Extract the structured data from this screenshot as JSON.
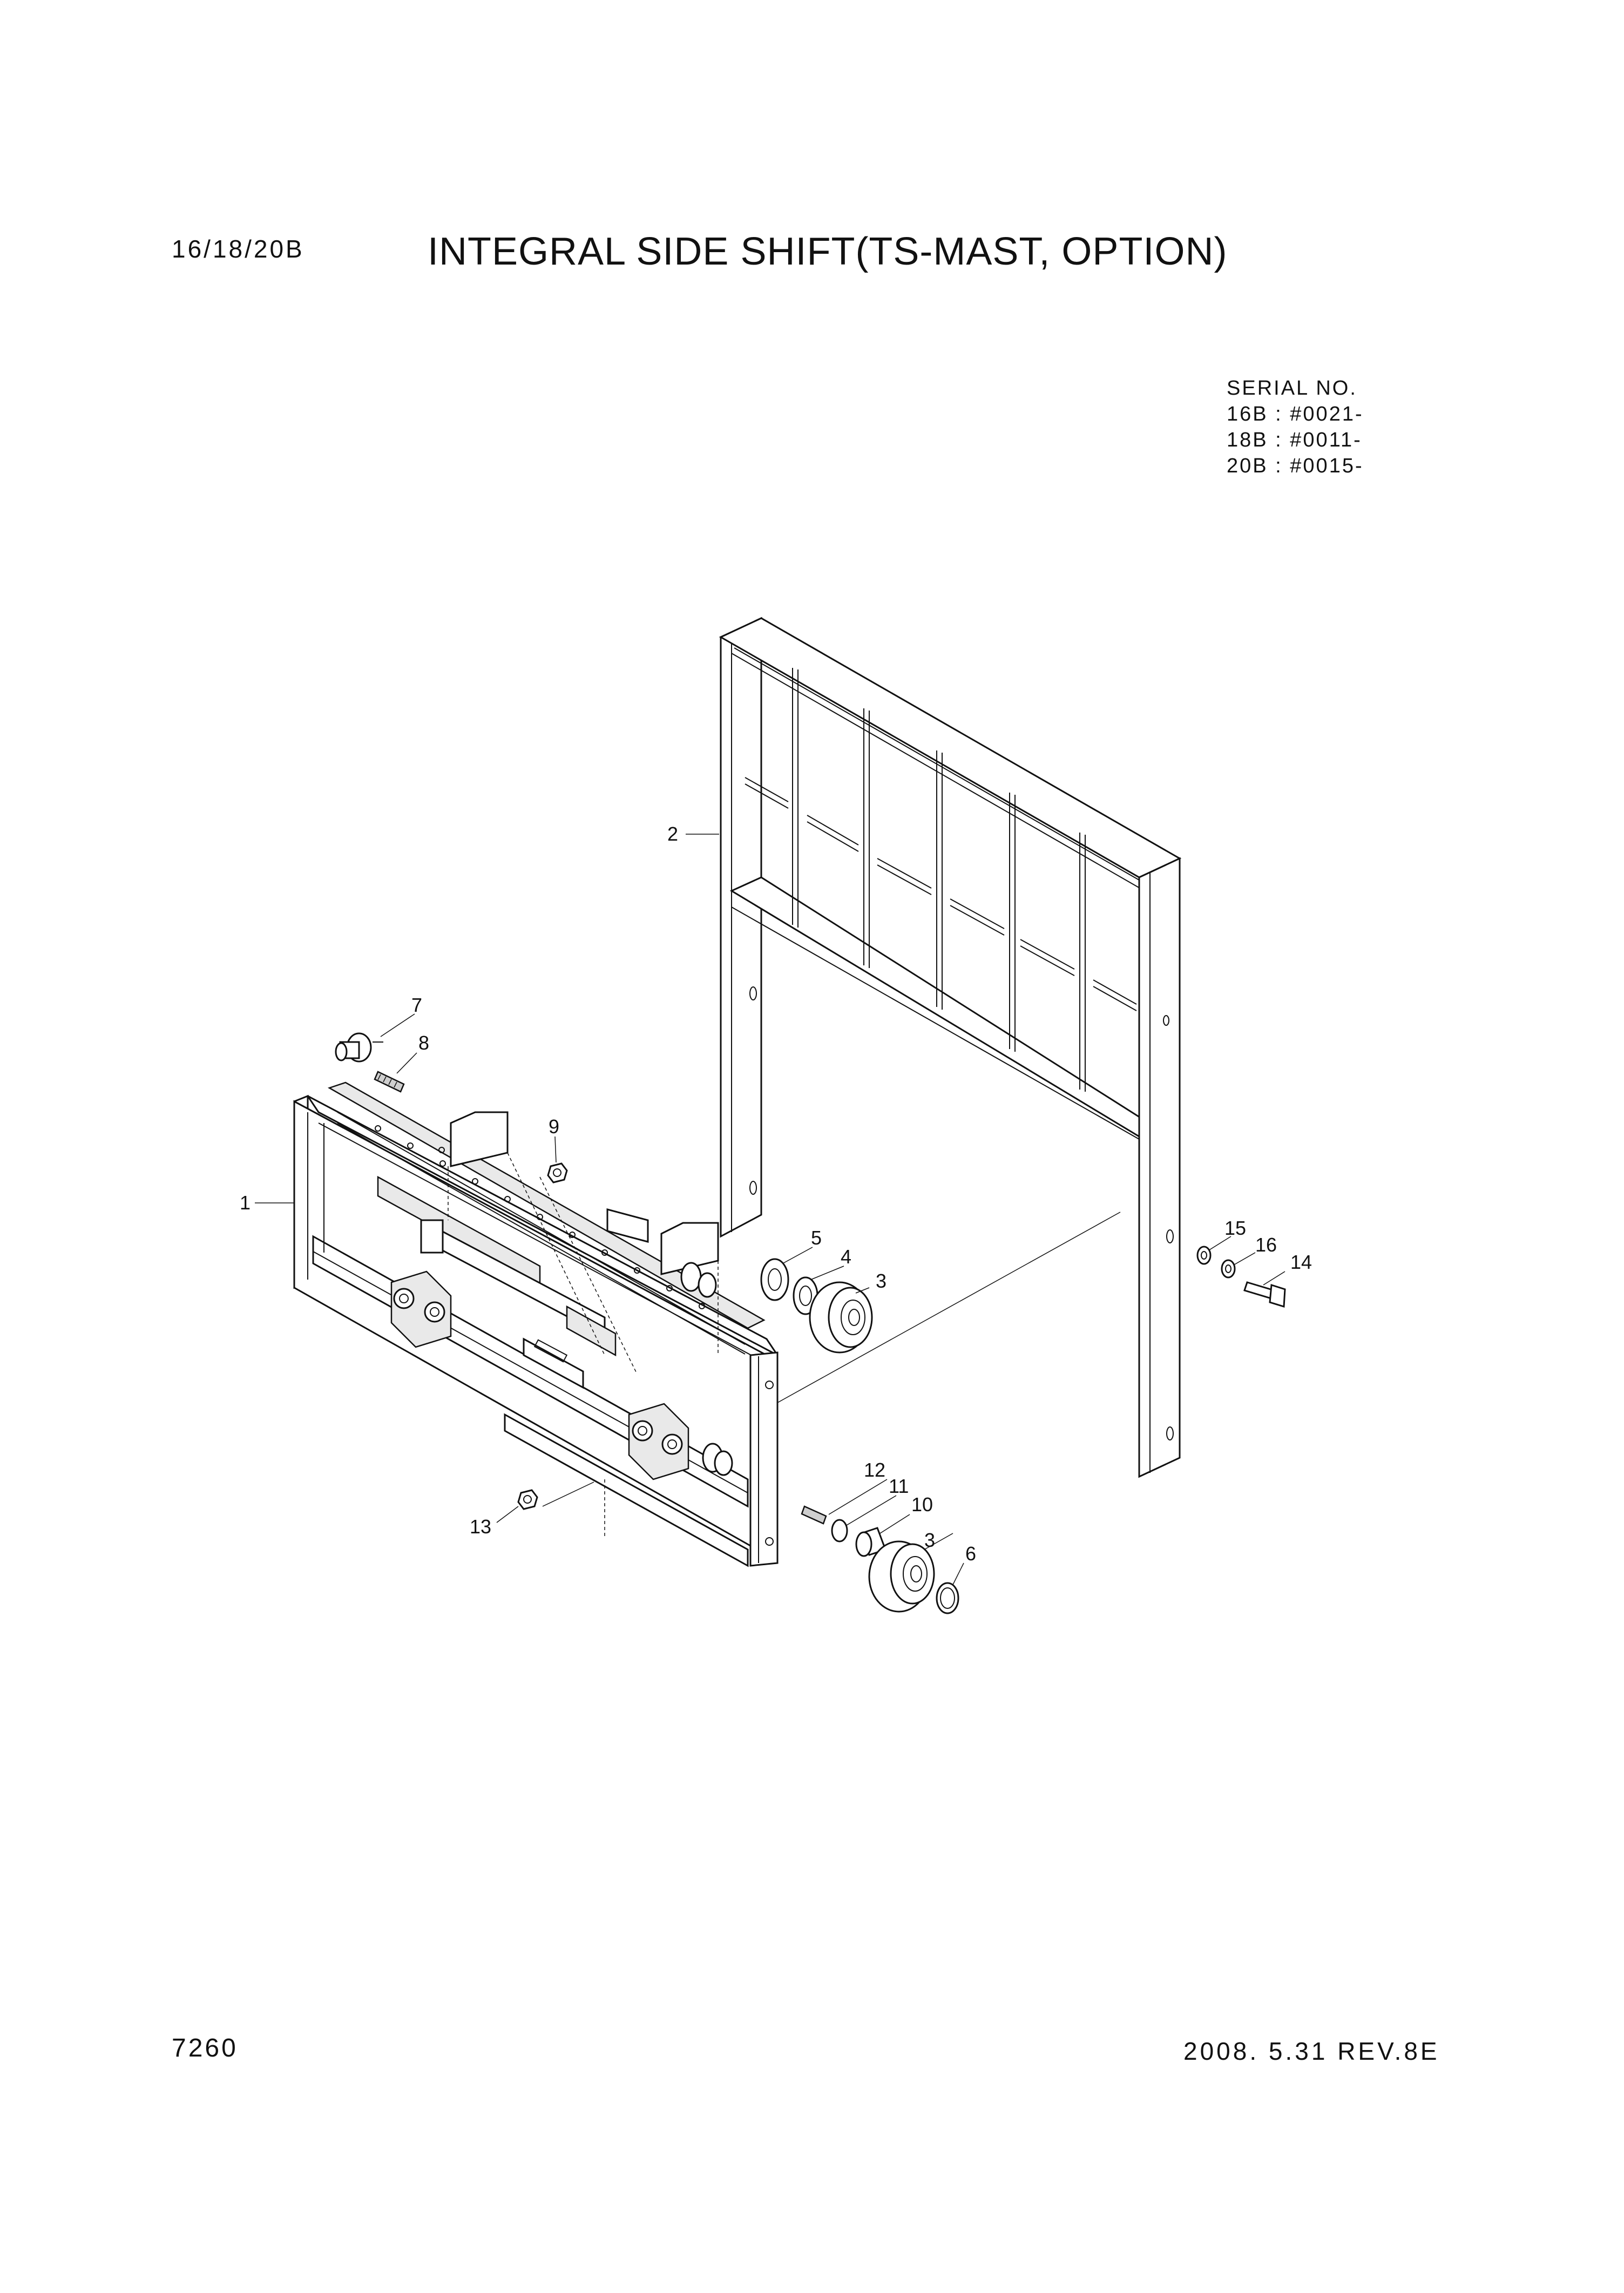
{
  "header": {
    "model": "16/18/20B",
    "title": "INTEGRAL SIDE SHIFT(TS-MAST, OPTION)"
  },
  "serial": {
    "heading": "SERIAL NO.",
    "lines": [
      "16B : #0021-",
      "18B : #0011-",
      "20B : #0015-"
    ]
  },
  "callouts": [
    "1",
    "2",
    "3",
    "3",
    "4",
    "5",
    "6",
    "7",
    "8",
    "9",
    "10",
    "11",
    "12",
    "13",
    "14",
    "15",
    "16"
  ],
  "footer": {
    "page": "7260",
    "revision": "2008. 5.31  REV.8E"
  }
}
